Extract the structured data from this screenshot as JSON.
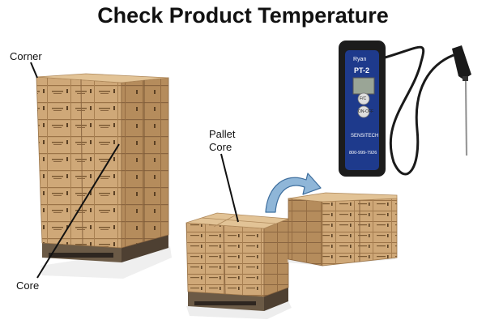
{
  "title": "Check Product Temperature",
  "labels": {
    "corner": "Corner",
    "core": "Core",
    "pallet_core_line1": "Pallet",
    "pallet_core_line2": "Core"
  },
  "device": {
    "brand": "Ryan",
    "model": "PT-2",
    "button_top": "F/C",
    "button_bottom": "ON-OFF",
    "maker": "SENSITECH",
    "phone": "800-999-7926"
  },
  "colors": {
    "carton_front": "#cfa878",
    "carton_side": "#b58c5c",
    "carton_top": "#e2c396",
    "device_blue": "#1e3a8c",
    "arrow_blue": "#8fb6d8"
  }
}
